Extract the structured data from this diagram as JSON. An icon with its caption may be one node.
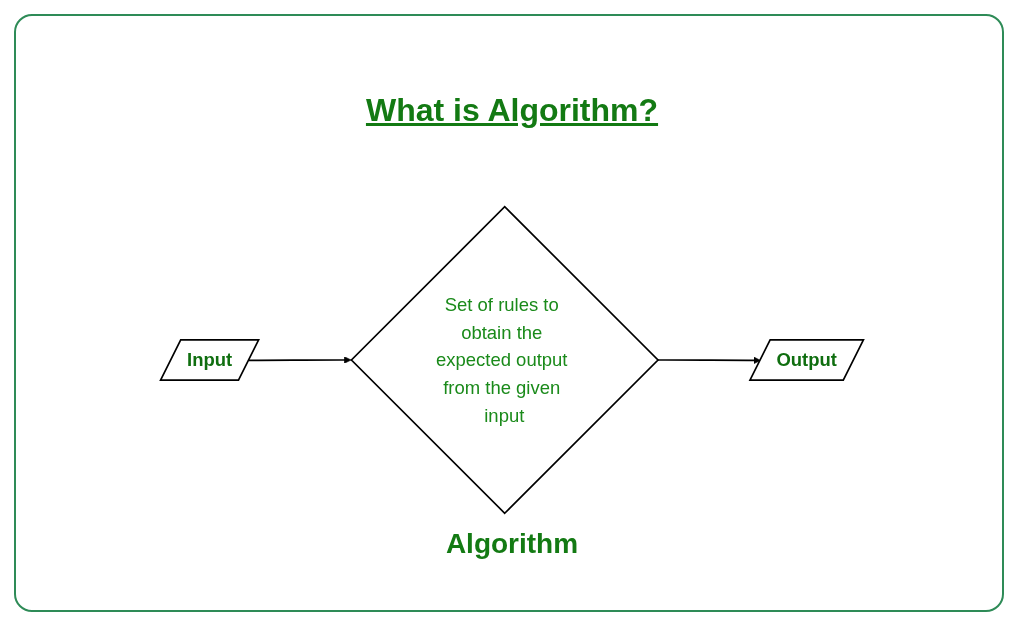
{
  "diagram": {
    "title": "What is Algorithm?",
    "nodes": [
      {
        "text": [
          "Input"
        ]
      },
      {
        "text": [
          "Set of rules to obtain the expected output from the given input"
        ],
        "beside": [
          "Algorithm"
        ]
      },
      {
        "text": [
          "Output"
        ]
      }
    ],
    "edges": [
      {
        "from": 0,
        "to": 1,
        "arrow": "to"
      },
      {
        "from": 1,
        "to": 2,
        "arrow": "to"
      }
    ]
  }
}
